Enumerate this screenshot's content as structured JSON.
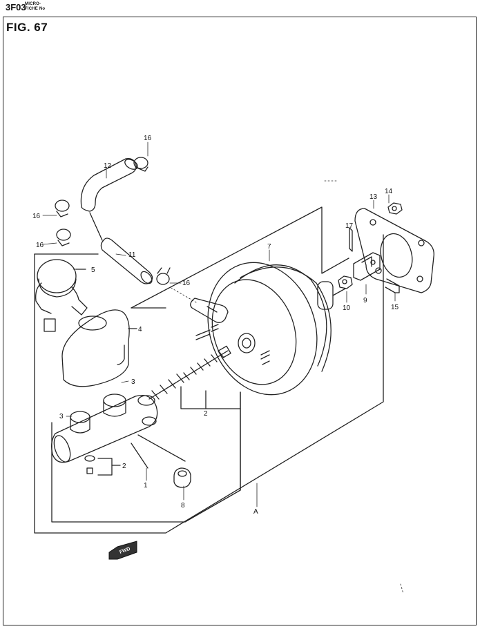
{
  "header": {
    "code": "3F03",
    "microfiche_line1": "MICRO-",
    "microfiche_line2": "FICHE No"
  },
  "figure": {
    "title": "FIG.  67"
  },
  "callouts": {
    "c1": "1",
    "c2a": "2",
    "c2b": "2",
    "c3a": "3",
    "c3b": "3",
    "c4": "4",
    "c5": "5",
    "c7": "7",
    "c8": "8",
    "c9": "9",
    "c10": "10",
    "c11": "11",
    "c12": "12",
    "c13": "13",
    "c14": "14",
    "c15": "15",
    "c16a": "16",
    "c16b": "16",
    "c16c": "16",
    "c16d": "16",
    "c17": "17",
    "cA": "A"
  },
  "fwd_label": "FWD"
}
